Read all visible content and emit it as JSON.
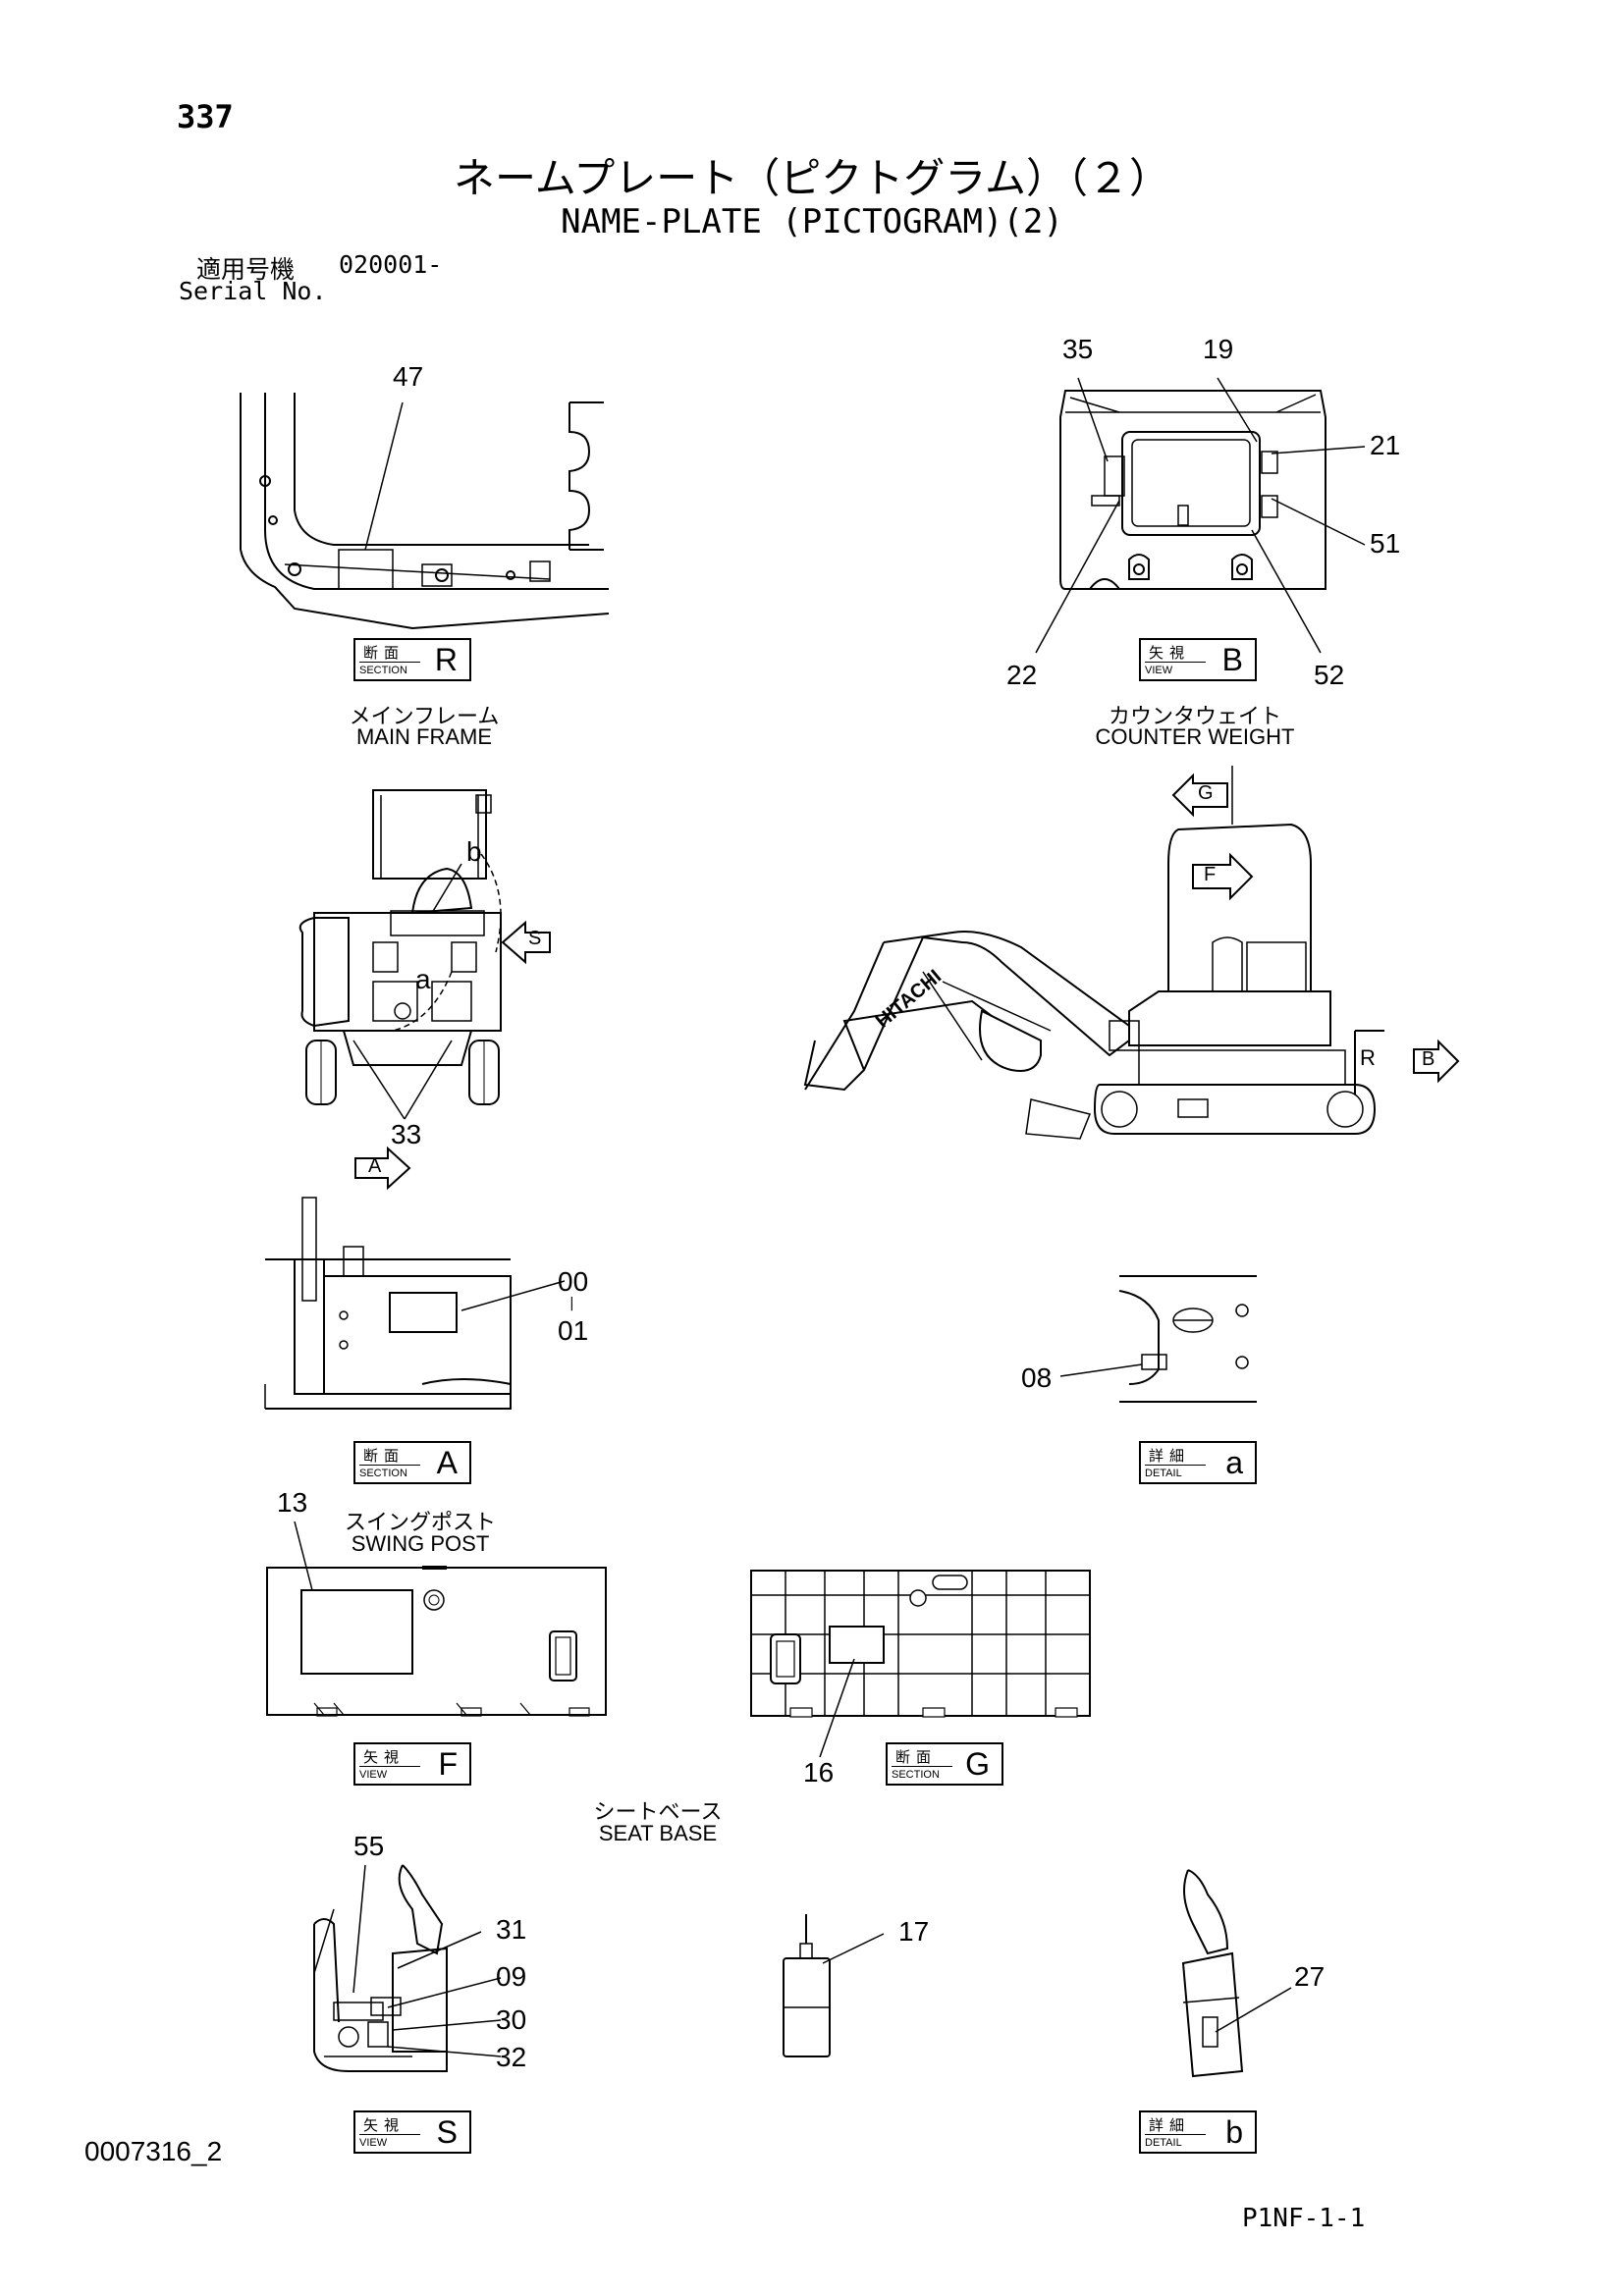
{
  "header": {
    "page_number": "337",
    "title_jp": "ネームプレート（ピクトグラム）（２）",
    "title_en": "NAME-PLATE (PICTOGRAM)(2)",
    "serial_label_jp": "適用号機",
    "serial_code": "020001-",
    "serial_label_en": "Serial No."
  },
  "callouts": {
    "c47": "47",
    "c35": "35",
    "c19": "19",
    "c21": "21",
    "c51": "51",
    "c22": "22",
    "c52": "52",
    "c33": "33",
    "c00": "00",
    "c_dash": "|",
    "c01": "01",
    "c08": "08",
    "c13": "13",
    "c16": "16",
    "c55": "55",
    "c31": "31",
    "c09": "09",
    "c30": "30",
    "c32": "32",
    "c17": "17",
    "c27": "27",
    "a_small": "a",
    "b_small": "b"
  },
  "captions": {
    "main_frame_jp": "メインフレーム",
    "main_frame_en": "MAIN FRAME",
    "counter_weight_jp": "カウンタウェイト",
    "counter_weight_en": "COUNTER WEIGHT",
    "swing_post_jp": "スイングポスト",
    "swing_post_en": "SWING POST",
    "seat_base_jp": "シートベース",
    "seat_base_en": "SEAT BASE"
  },
  "view_arrows": {
    "s": "S",
    "a": "A",
    "g": "G",
    "f": "F",
    "r": "R",
    "b": "B"
  },
  "boxes": {
    "section_r": {
      "jp": "断面",
      "en": "SECTION",
      "letter": "R"
    },
    "view_b": {
      "jp": "矢視",
      "en": "VIEW",
      "letter": "B"
    },
    "section_a": {
      "jp": "断面",
      "en": "SECTION",
      "letter": "A"
    },
    "detail_a": {
      "jp": "詳細",
      "en": "DETAIL",
      "letter": "a"
    },
    "view_f": {
      "jp": "矢視",
      "en": "VIEW",
      "letter": "F"
    },
    "section_g": {
      "jp": "断面",
      "en": "SECTION",
      "letter": "G"
    },
    "view_s": {
      "jp": "矢視",
      "en": "VIEW",
      "letter": "S"
    },
    "detail_b": {
      "jp": "詳細",
      "en": "DETAIL",
      "letter": "b"
    }
  },
  "brand_mark": "HITACHI",
  "footer": {
    "doc_id": "0007316_2",
    "page_code": "P1NF-1-1"
  }
}
